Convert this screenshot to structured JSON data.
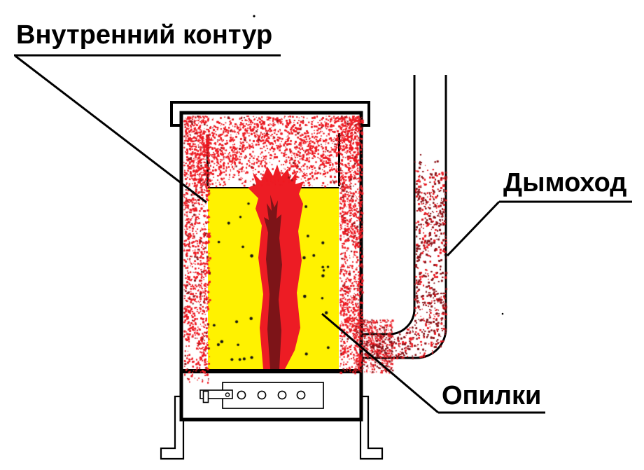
{
  "diagram": {
    "labels": {
      "inner_contour": {
        "text": "Внутренний контур"
      },
      "chimney": {
        "text": "Дымоход"
      },
      "sawdust": {
        "text": "Опилки"
      }
    },
    "colors": {
      "spray_red": "#ed1c24",
      "smoke_dark_red": "#8b151a",
      "flame_red": "#ed1c24",
      "flame_core_dark": "#7d1418",
      "sawdust_yellow": "#fff200",
      "outline_black": "#000000"
    }
  }
}
